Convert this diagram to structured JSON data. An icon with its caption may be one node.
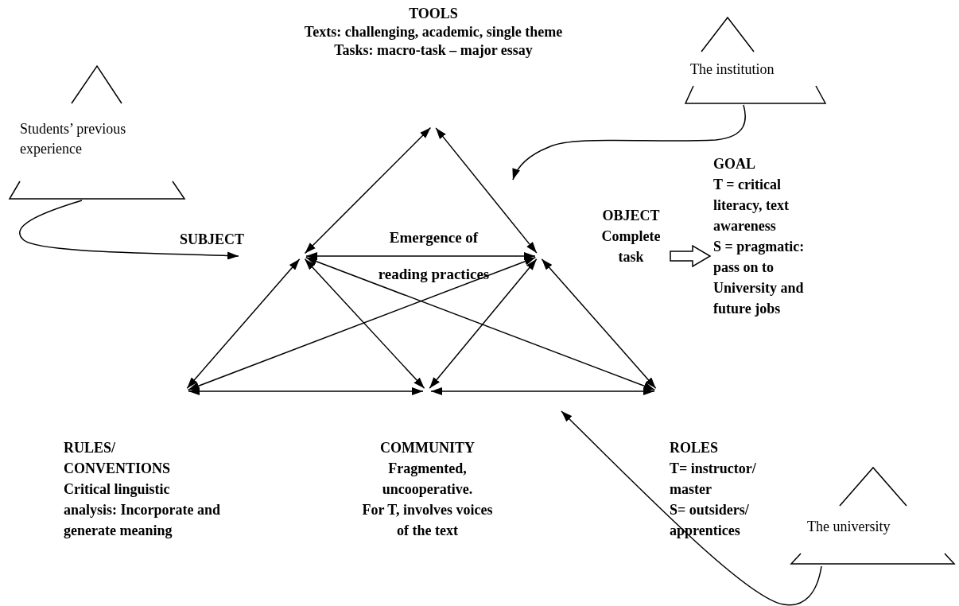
{
  "diagram": {
    "nodes": [
      {
        "text": [
          "TOOLS",
          "Texts: challenging, academic, single theme",
          "Tasks: macro-task – major essay"
        ]
      },
      {
        "text": [
          "The institution"
        ]
      },
      {
        "text": [
          "Students’ previous experience"
        ]
      },
      {
        "text": [
          "SUBJECT"
        ]
      },
      {
        "text": [
          "OBJECT",
          "Complete task"
        ]
      },
      {
        "text": [
          "GOAL",
          "T = critical literacy, text awareness",
          "S = pragmatic: pass on to University and future jobs"
        ]
      },
      {
        "text": [
          "RULES/ CONVENTIONS",
          "Critical linguistic analysis: Incorporate and generate meaning"
        ]
      },
      {
        "text": [
          "COMMUNITY",
          "Fragmented, uncooperative.",
          "For T, involves voices of the text"
        ]
      },
      {
        "text": [
          "ROLES",
          "T= instructor/ master",
          "S= outsiders/ apprentices"
        ]
      },
      {
        "text": [
          "The university"
        ]
      }
    ],
    "edges": [
      {
        "from": 0,
        "to": 3,
        "arrow": "both"
      },
      {
        "from": 0,
        "to": 4,
        "arrow": "both"
      },
      {
        "from": 3,
        "to": 4,
        "arrow": "both"
      },
      {
        "from": 3,
        "to": 6,
        "arrow": "both"
      },
      {
        "from": 3,
        "to": 7,
        "arrow": "both"
      },
      {
        "from": 3,
        "to": 8,
        "arrow": "both"
      },
      {
        "from": 4,
        "to": 6,
        "arrow": "both"
      },
      {
        "from": 4,
        "to": 7,
        "arrow": "both"
      },
      {
        "from": 4,
        "to": 8,
        "arrow": "both"
      },
      {
        "from": 6,
        "to": 7,
        "arrow": "both"
      },
      {
        "from": 7,
        "to": 8,
        "arrow": "both"
      },
      {
        "from": 4,
        "to": 5,
        "arrow": "to",
        "style": "thick"
      },
      {
        "from": 2,
        "to": 3,
        "arrow": "to"
      },
      {
        "from": 1,
        "to": null,
        "arrow": "to"
      },
      {
        "from": 9,
        "to": null,
        "arrow": "to"
      }
    ],
    "labels": [
      "Emergence of reading practices"
    ]
  }
}
